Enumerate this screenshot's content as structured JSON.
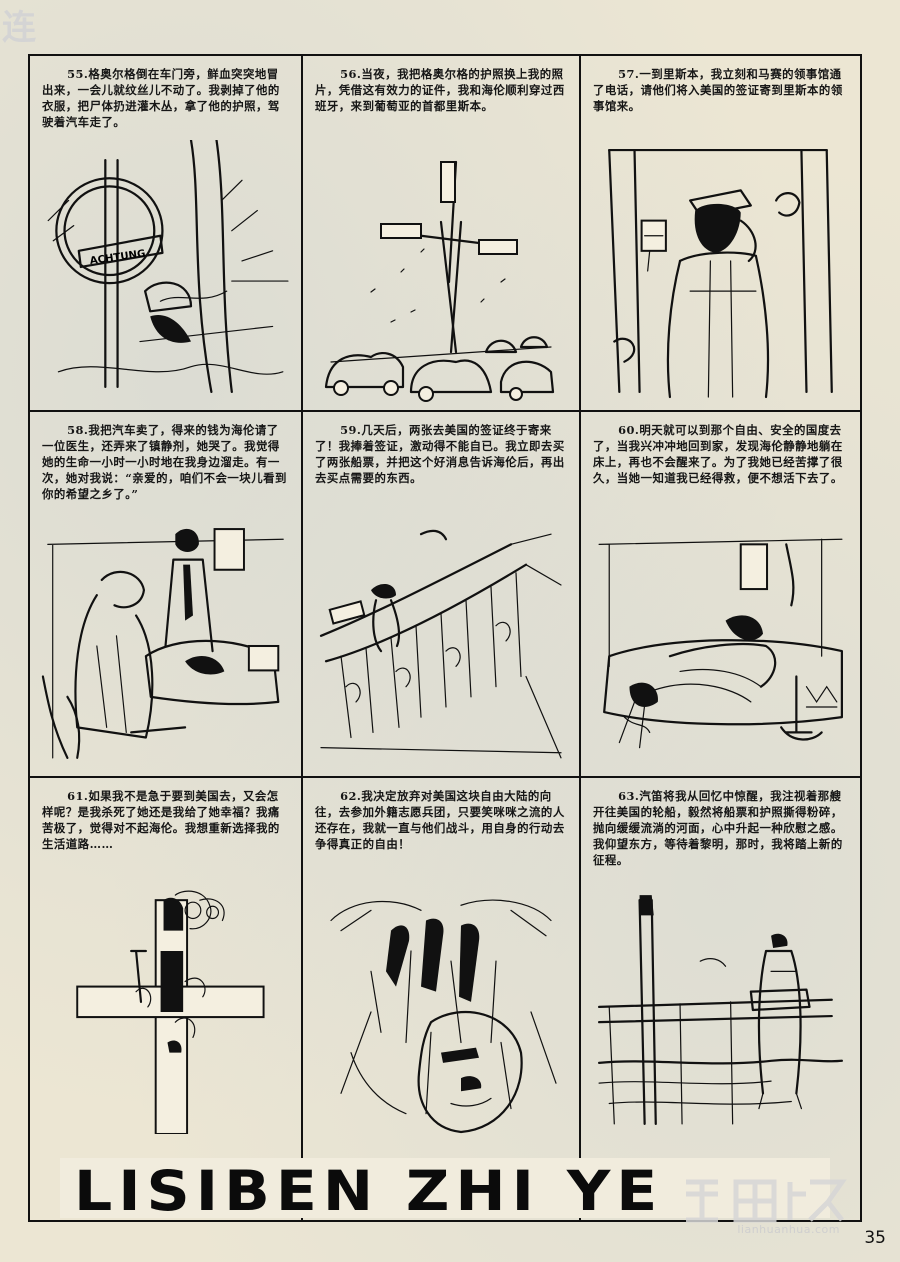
{
  "panels": [
    {
      "caption": "55.格奥尔格倒在车门旁，鲜血突突地冒出来，一会儿就纹丝儿不动了。我剥掉了他的衣服，把尸体扔进灌木丛，拿了他的护照，驾驶着汽车走了。",
      "sign_text": "ACHTUNG"
    },
    {
      "caption": "56.当夜，我把格奥尔格的护照换上我的照片，凭借这有效力的证件，我和海伦顺利穿过西班牙，来到葡萄亚的首都里斯本。"
    },
    {
      "caption": "57.一到里斯本，我立刻和马赛的领事馆通了电话，请他们将入美国的签证寄到里斯本的领事馆来。"
    },
    {
      "caption": "58.我把汽车卖了，得来的钱为海伦请了一位医生，还弄来了镇静剂，她哭了。我觉得她的生命一小时一小时地在我身边溜走。有一次，她对我说：“亲爱的，咱们不会一块儿看到你的希望之乡了。”"
    },
    {
      "caption": "59.几天后，两张去美国的签证终于寄来了！我捧着签证，激动得不能自已。我立即去买了两张船票，并把这个好消息告诉海伦后，再出去买点需要的东西。"
    },
    {
      "caption": "60.明天就可以到那个自由、安全的国度去了，当我兴冲冲地回到家，发现海伦静静地躺在床上，再也不会醒来了。为了我她已经苦撑了很久，当她一知道我已经得救，便不想活下去了。"
    },
    {
      "caption": "61.如果我不是急于要到美国去，又会怎样呢？是我杀死了她还是我给了她幸福？我痛苦极了，觉得对不起海伦。我想重新选择我的生活道路……"
    },
    {
      "caption": "62.我决定放弃对美国这块自由大陆的向往，去参加外籍志愿兵团，只要笑咪咪之流的人还存在，我就一直与他们战斗，用自身的行动去争得真正的自由！"
    },
    {
      "caption": "63.汽笛将我从回忆中惊醒，我注视着那艘开往美国的轮船，毅然将船票和护照撕得粉碎，抛向缓缓流淌的河面，心中升起一种欣慰之感。我仰望东方，等待着黎明，那时，我将踏上新的征程。"
    }
  ],
  "title": "LISIBEN ZHI YE",
  "page_number": "35",
  "watermark_top": "连",
  "watermark_bottom": "lianhuanhua.com"
}
